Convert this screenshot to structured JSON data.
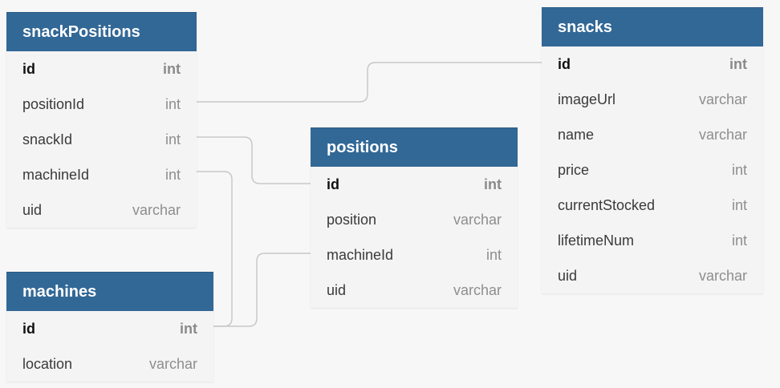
{
  "tables": {
    "snackPositions": {
      "title": "snackPositions",
      "columns": [
        {
          "name": "id",
          "type": "int"
        },
        {
          "name": "positionId",
          "type": "int"
        },
        {
          "name": "snackId",
          "type": "int"
        },
        {
          "name": "machineId",
          "type": "int"
        },
        {
          "name": "uid",
          "type": "varchar"
        }
      ]
    },
    "snacks": {
      "title": "snacks",
      "columns": [
        {
          "name": "id",
          "type": "int"
        },
        {
          "name": "imageUrl",
          "type": "varchar"
        },
        {
          "name": "name",
          "type": "varchar"
        },
        {
          "name": "price",
          "type": "int"
        },
        {
          "name": "currentStocked",
          "type": "int"
        },
        {
          "name": "lifetimeNum",
          "type": "int"
        },
        {
          "name": "uid",
          "type": "varchar"
        }
      ]
    },
    "positions": {
      "title": "positions",
      "columns": [
        {
          "name": "id",
          "type": "int"
        },
        {
          "name": "position",
          "type": "varchar"
        },
        {
          "name": "machineId",
          "type": "int"
        },
        {
          "name": "uid",
          "type": "varchar"
        }
      ]
    },
    "machines": {
      "title": "machines",
      "columns": [
        {
          "name": "id",
          "type": "int"
        },
        {
          "name": "location",
          "type": "varchar"
        }
      ]
    }
  },
  "relations": [
    {
      "from": "snackPositions.positionId",
      "to": "snacks.id"
    },
    {
      "from": "snackPositions.snackId",
      "to": "positions.id"
    },
    {
      "from": "snackPositions.machineId",
      "to": "machines.id"
    },
    {
      "from": "positions.machineId",
      "to": "machines.id"
    }
  ],
  "colors": {
    "header": "#326896",
    "header_text": "#ffffff",
    "table_body": "#f4f4f4",
    "background": "#f7f7f7",
    "connector": "#c8c8c8"
  }
}
